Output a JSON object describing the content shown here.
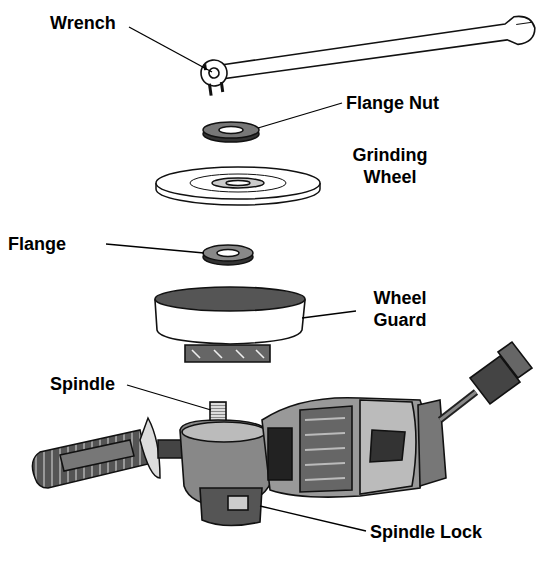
{
  "diagram": {
    "labels": [
      "Wrench",
      "Flange Nut",
      "Grinding Wheel",
      "Flange",
      "Wheel Guard",
      "Spindle",
      "Spindle Lock"
    ]
  }
}
